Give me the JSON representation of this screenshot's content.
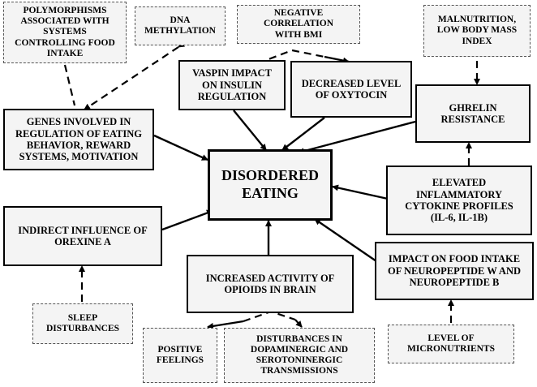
{
  "center": {
    "label": "DISORDERED\nEATING"
  },
  "causes": {
    "genes": "GENES INVOLVED IN\nREGULATION OF EATING\nBEHAVIOR, REWARD\nSYSTEMS, MOTIVATION",
    "vaspin": "VASPIN IMPACT\nON INSULIN\nREGULATION",
    "oxytocin": "DECREASED LEVEL\nOF OXYTOCIN",
    "ghrelin": "GHRELIN\nRESISTANCE",
    "cytokine": "ELEVATED\nINFLAMMATORY\nCYTOKINE PROFILES\n(IL-6, IL-1β)",
    "neuropeptide": "IMPACT ON FOOD INTAKE\nOF NEUROPEPTIDE W AND\nNEUROPEPTIDE B",
    "opioids": "INCREASED  ACTIVITY OF\nOPIOIDS IN BRAIN",
    "orexine": "INDIRECT INFLUENCE OF\nOREXINE A"
  },
  "factors": {
    "polymorphisms": "POLYMORPHISMS\nASSOCIATED WITH\nSYSTEMS\nCONTROLLING FOOD\nINTAKE",
    "dna": "DNA\nMETHYLATION",
    "bmi": "NEGATIVE CORRELATION\nWITH BMI",
    "malnutrition": "MALNUTRITION,\nLOW BODY MASS\nINDEX",
    "sleep": "SLEEP\nDISTURBANCES",
    "positive": "POSITIVE\nFEELINGS",
    "dopamine": "DISTURBANCES IN\nDOPAMINERGIC AND\nSEROTONINERGIC\nTRANSMISSIONS",
    "micronutrients": "LEVEL OF\nMICRONUTRIENTS"
  }
}
